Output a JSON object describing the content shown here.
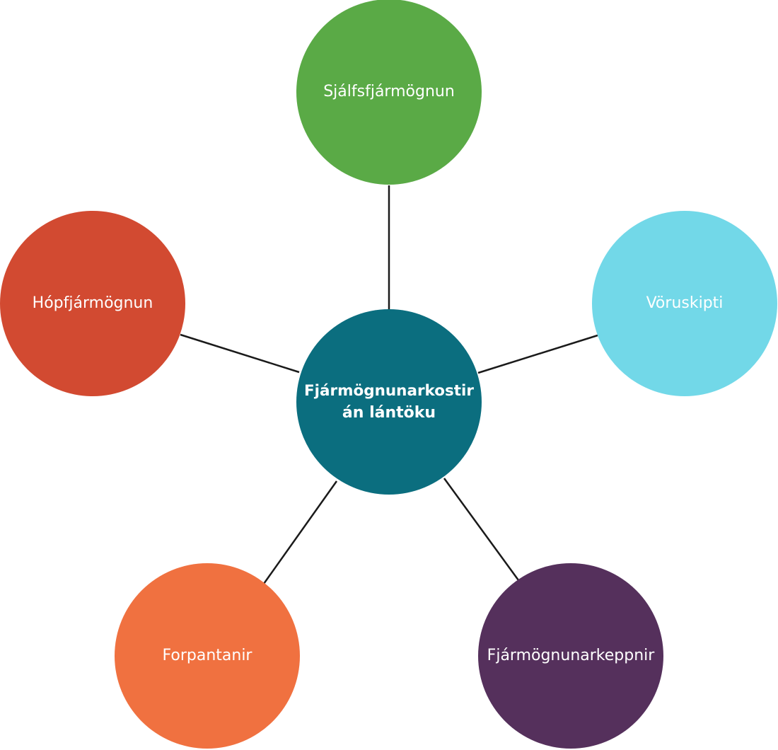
{
  "center": {
    "label_line1": "Fjármögnunarkostir",
    "label_line2": "án lántöku",
    "color": "#0b6e7f"
  },
  "nodes": {
    "top": {
      "label": "Sjálfsfjármögnun",
      "color": "#5aaa46"
    },
    "right": {
      "label": "Vöruskipti",
      "color": "#72d8e8"
    },
    "bottom_right": {
      "label": "Fjármögnunarkeppnir",
      "color": "#55305c"
    },
    "bottom_left": {
      "label": "Forpantanir",
      "color": "#f07140"
    },
    "left": {
      "label": "Hópfjármögnun",
      "color": "#d24a31"
    }
  }
}
